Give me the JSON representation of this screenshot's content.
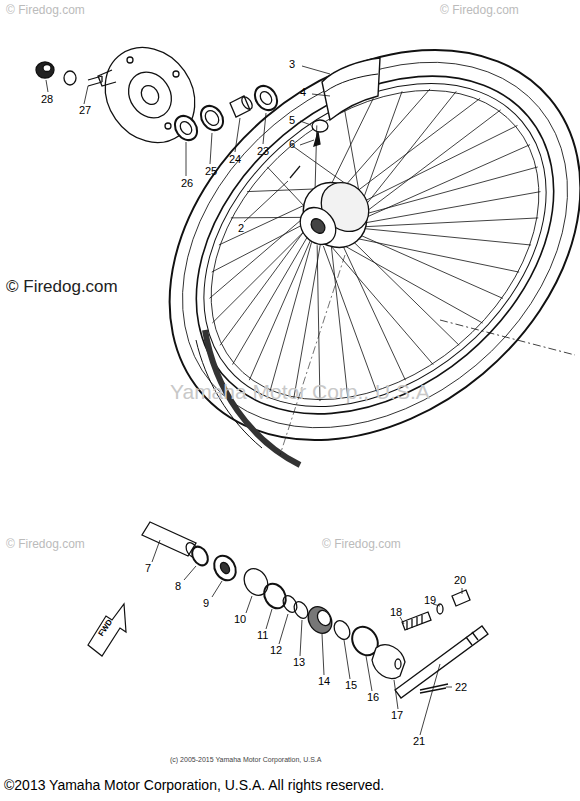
{
  "diagram": {
    "labels": [
      "28",
      "27",
      "26",
      "25",
      "24",
      "23",
      "2",
      "3",
      "4",
      "5",
      "6",
      "7",
      "8",
      "9",
      "10",
      "11",
      "12",
      "13",
      "14",
      "15",
      "16",
      "17",
      "18",
      "19",
      "20",
      "21",
      "22",
      "FWD",
      "© Firedog.com",
      "© Firedog.com",
      "© Firedog.com",
      "Yamaha Motor Corp., U.S.A",
      "© Firedog.com",
      "© Firedog.com",
      "(c) 2005-2015 Yamaha Motor Corporation, U.S.A",
      "©2013 Yamaha Motor Corporation, U.S.A. All rights reserved."
    ]
  }
}
